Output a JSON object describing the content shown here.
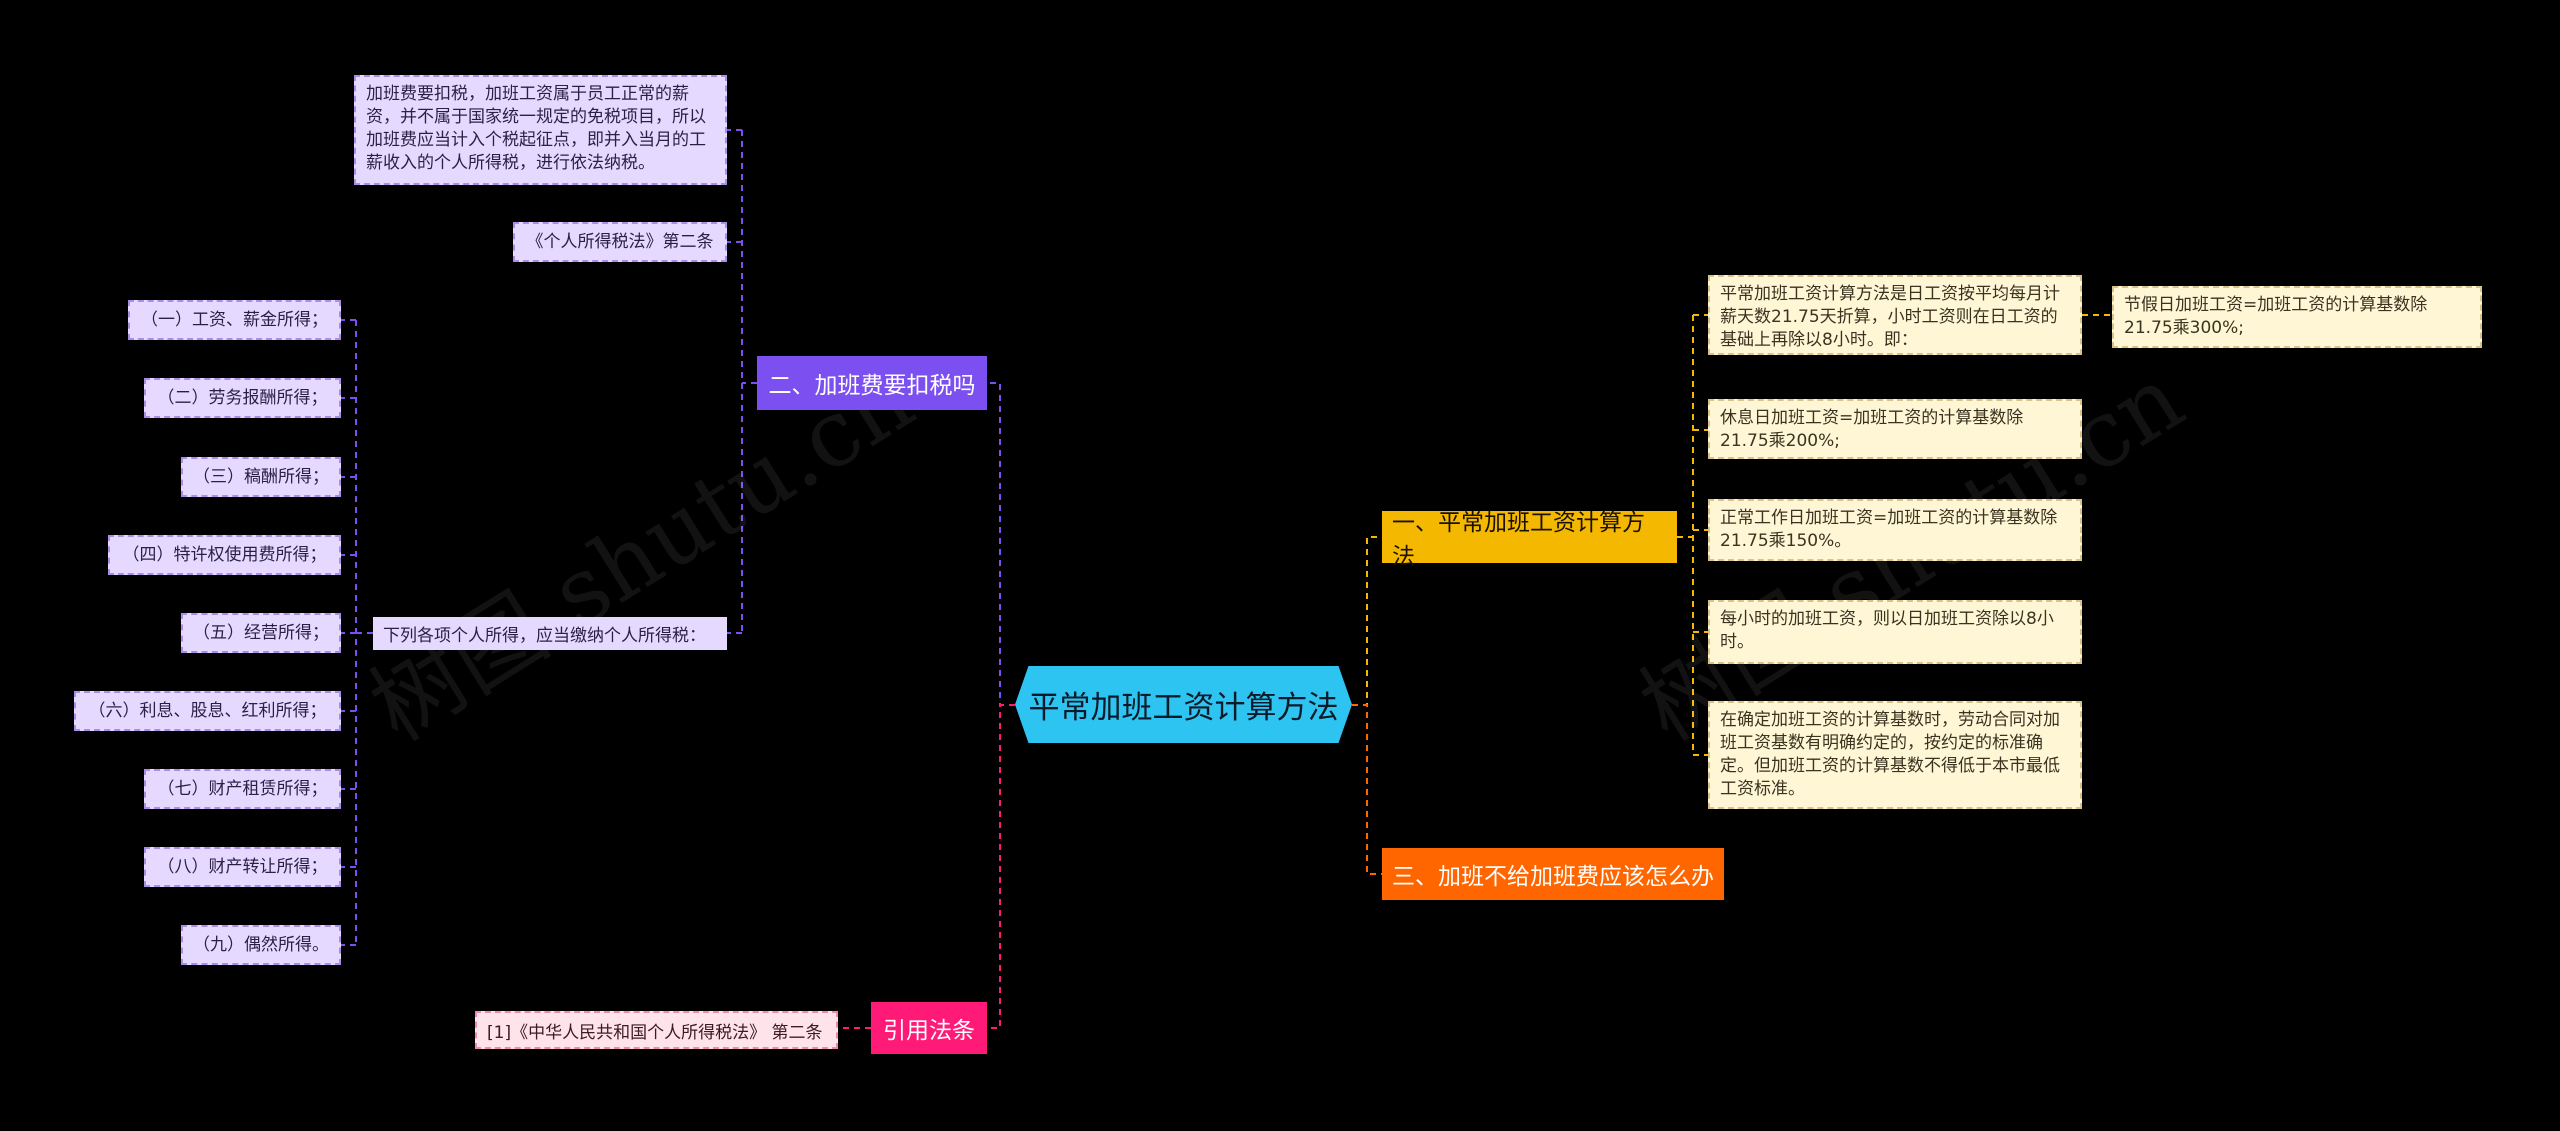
{
  "watermark": "树图 shutu.cn",
  "root": {
    "label": "平常加班工资计算方法"
  },
  "colors": {
    "root": "#2ec4f1",
    "branch_tax": "#7b4ff0",
    "branch_calc": "#f5b800",
    "branch_unpaid": "#ff6600",
    "branch_law": "#ff1a78",
    "leaf_lavender": "#e6d9ff",
    "leaf_cream": "#fff6d6",
    "leaf_pink": "#ffe3ea"
  },
  "branches": {
    "tax": {
      "label": "二、加班费要扣税吗",
      "explanation": "加班费要扣税，加班工资属于员工正常的薪资，并不属于国家统一规定的免税项目，所以加班费应当计入个税起征点，即并入当月的工薪收入的个人所得税，进行依法纳税。",
      "law_ref": "《个人所得税法》第二条",
      "income_list_intro": "下列各项个人所得，应当缴纳个人所得税：",
      "income_items": [
        "（一）工资、薪金所得；",
        "（二）劳务报酬所得；",
        "（三）稿酬所得；",
        "（四）特许权使用费所得；",
        "（五）经营所得；",
        "（六）利息、股息、红利所得；",
        "（七）财产租赁所得；",
        "（八）财产转让所得；",
        "（九）偶然所得。"
      ]
    },
    "calc": {
      "label": "一、平常加班工资计算方法",
      "leaves": [
        "平常加班工资计算方法是日工资按平均每月计薪天数21.75天折算，小时工资则在日工资的基础上再除以8小时。即：",
        "休息日加班工资=加班工资的计算基数除21.75乘200%;",
        "正常工作日加班工资=加班工资的计算基数除21.75乘150%。",
        "每小时的加班工资，则以日加班工资除以8小时。",
        "在确定加班工资的计算基数时，劳动合同对加班工资基数有明确约定的，按约定的标准确定。但加班工资的计算基数不得低于本市最低工资标准。"
      ],
      "holiday_leaf": "节假日加班工资=加班工资的计算基数除21.75乘300%;"
    },
    "unpaid": {
      "label": "三、加班不给加班费应该怎么办"
    },
    "law": {
      "label": "引用法条",
      "leaf": "[1]《中华人民共和国个人所得税法》 第二条"
    }
  }
}
